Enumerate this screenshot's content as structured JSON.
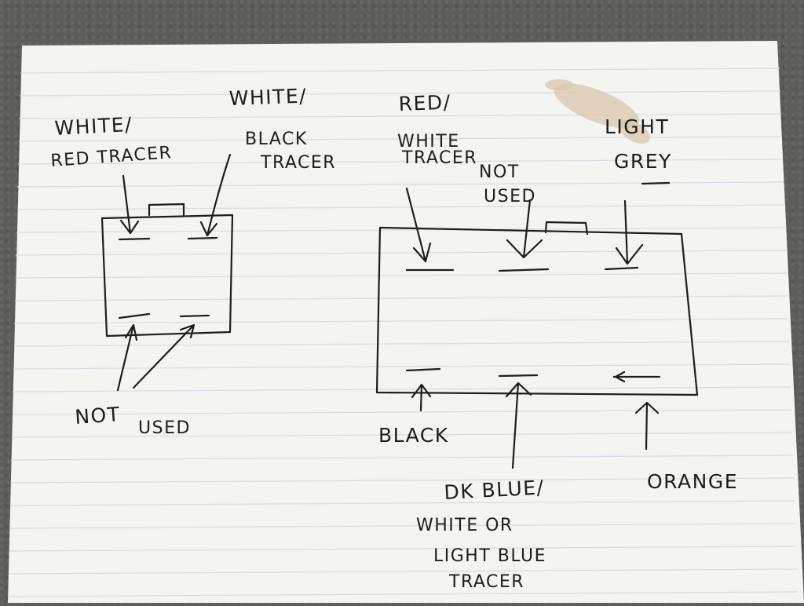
{
  "diagram": {
    "left_connector": {
      "top_left_label": [
        "WHITE/",
        "RED TRACER"
      ],
      "top_right_label": [
        "WHITE/",
        "BLACK",
        "TRACER"
      ],
      "bottom_label": [
        "NOT",
        "USED"
      ]
    },
    "right_connector": {
      "top_left_label": [
        "RED/",
        "WHITE",
        "TRACER"
      ],
      "top_middle_label": [
        "NOT",
        "USED"
      ],
      "top_right_label": [
        "LIGHT",
        "GREY"
      ],
      "bottom_left_label": [
        "BLACK"
      ],
      "bottom_middle_label": [
        "DK BLUE/",
        "WHITE OR",
        "LIGHT BLUE",
        "TRACER"
      ],
      "bottom_right_label": [
        "ORANGE"
      ]
    }
  }
}
